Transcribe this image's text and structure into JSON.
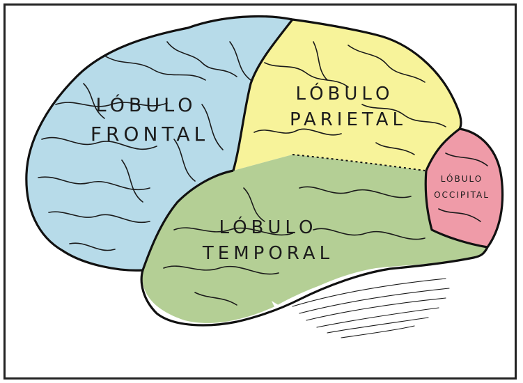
{
  "colors": {
    "frontal": "#b7dbe9",
    "parietal": "#f7f39a",
    "temporal": "#b4cf95",
    "occipital": "#ef9ba8",
    "cerebellum": "#ffffff",
    "outline": "#111111"
  },
  "labels": {
    "frontal": [
      "LÓBULO",
      "FRONTAL"
    ],
    "parietal": [
      "LÓBULO",
      "PARIETAL"
    ],
    "temporal": [
      "LÓBULO",
      "TEMPORAL"
    ],
    "occipital": [
      "LÓBULO",
      "OCCIPITAL"
    ]
  }
}
